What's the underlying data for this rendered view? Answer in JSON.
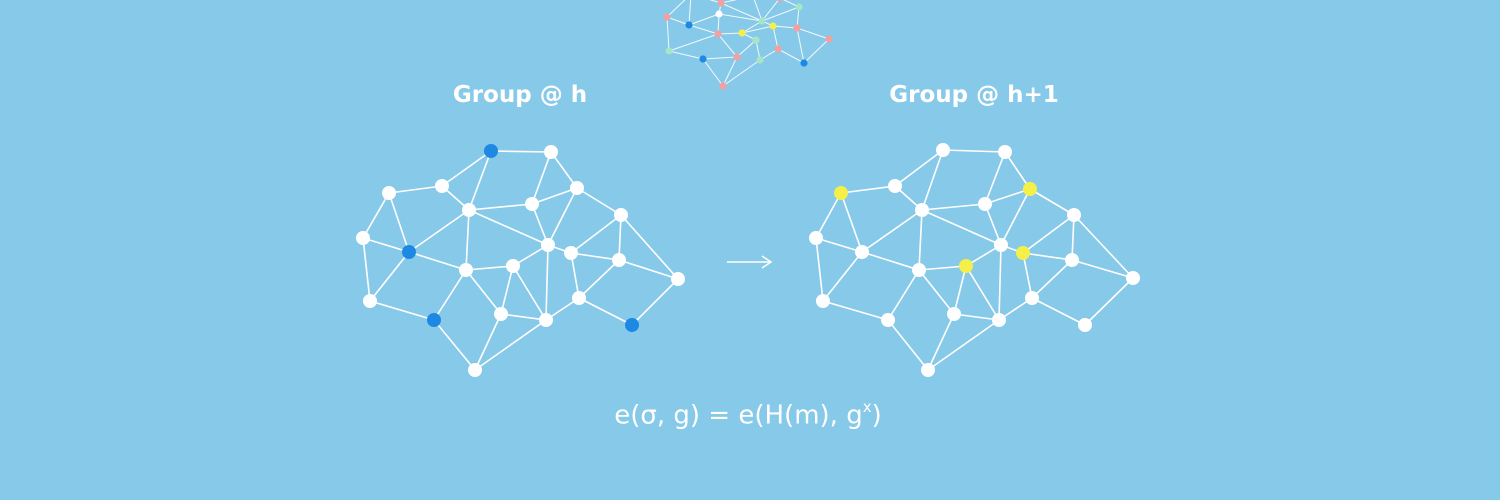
{
  "colors": {
    "background": "#87c9e8",
    "white": "#ffffff",
    "blue_node": "#1e88e5",
    "yellow_node": "#f5ef4a",
    "pink_node": "#f3a0a0",
    "green_node": "#a5e6c6",
    "dark_blue_node": "#1e88e5",
    "edge": "#ffffff"
  },
  "labels": {
    "left_title": "Group @ h",
    "right_title": "Group @ h+1",
    "arrow": "→"
  },
  "formula": {
    "lhs": "e(σ, g)",
    "equals": "=",
    "rhs_main": "e(H(m), g",
    "rhs_sup": "x",
    "rhs_close": ")"
  }
}
